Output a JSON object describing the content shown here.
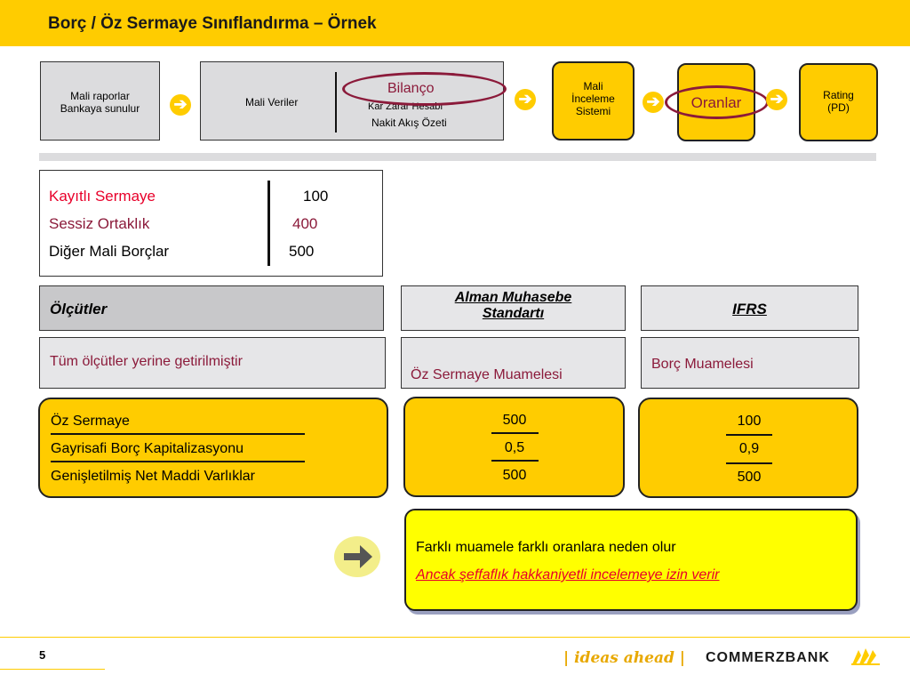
{
  "header": {
    "title": "Borç / Öz Sermaye Sınıflandırma – Örnek"
  },
  "flow": {
    "step1": "Mali raporlar\nBankaya sunulur",
    "step2_left": "Mali Veriler",
    "step2_highlight": "Bilanço",
    "step2_line2": "Kar Zarar Hesabı",
    "step2_line3": "Nakit Akış Özeti",
    "step3": "Mali\nİnceleme\nSistemi",
    "step4": "Oranlar",
    "step5": "Rating\n(PD)"
  },
  "capital": {
    "rows": [
      {
        "label": "Kayıtlı Sermaye",
        "value": "100",
        "color": "#e8002a"
      },
      {
        "label": "Sessiz Ortaklık",
        "value": "400",
        "color": "#8b1a3a"
      },
      {
        "label": "Diğer Mali Borçlar",
        "value": "500",
        "color": "#000000"
      }
    ]
  },
  "criteria": {
    "header_label": "Ölçütler",
    "col1_header": "Alman Muhasebe\nStandartı",
    "col2_header": "IFRS",
    "row_label": "Tüm ölçütler yerine getirilmiştir",
    "col1_value": "Öz Sermaye Muamelesi",
    "col2_value": "Borç Muamelesi"
  },
  "ratios": {
    "lines": [
      "Öz Sermaye",
      "Gayrisafi Borç Kapitalizasyonu",
      "Genişletilmiş Net Maddi Varlıklar"
    ],
    "col1": {
      "top": "500",
      "mid": "0,5",
      "bottom": "500"
    },
    "col2": {
      "top": "100",
      "mid": "0,9",
      "bottom": "500"
    }
  },
  "note": {
    "line1": "Farklı muamele farklı oranlara neden olur",
    "line2": "Ancak şeffaflık hakkaniyetli incelemeye izin verir"
  },
  "footer": {
    "page": "5",
    "tagline": "| ideas ahead |",
    "brand": "COMMERZBANK"
  },
  "colors": {
    "accent": "#ffcc00",
    "maroon": "#8b1a3a",
    "red": "#e8002a"
  }
}
